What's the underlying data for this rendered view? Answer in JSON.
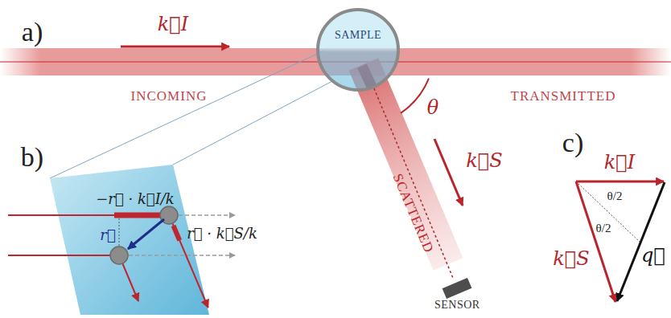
{
  "diagram": {
    "nodes": [
      {
        "text": [
          "SAMPLE"
        ]
      },
      {
        "text": [
          "SENSOR"
        ]
      }
    ],
    "edges": [
      {
        "from": 0,
        "to": 1,
        "arrow": "none"
      }
    ],
    "labels": [
      "a)",
      "k⃗I",
      "INCOMING",
      "TRANSMITTED",
      "θ",
      "SCATTERED",
      "k⃗S",
      "b)",
      "−r⃗ · k⃗I/k",
      "r⃗",
      "r⃗ · k⃗S/k",
      "c)",
      "k⃗I",
      "k⃗S",
      "q⃗",
      "θ/2",
      "θ/2"
    ]
  }
}
